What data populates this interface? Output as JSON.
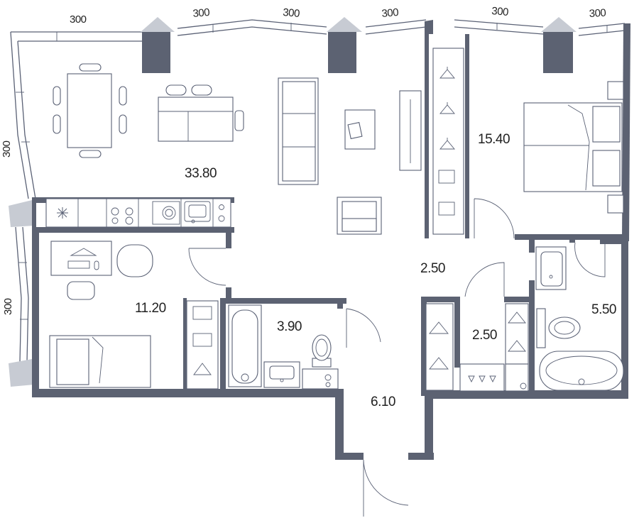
{
  "colors": {
    "wall": "#5c6272",
    "window_block": "#c7cbd3",
    "line": "#5a6175",
    "background": "#ffffff"
  },
  "room_areas": [
    {
      "id": "living-kitchen",
      "label": "33.80"
    },
    {
      "id": "bedroom-main",
      "label": "15.40"
    },
    {
      "id": "bedroom-small",
      "label": "11.20"
    },
    {
      "id": "corridor",
      "label": "2.50"
    },
    {
      "id": "wardrobe",
      "label": "2.50"
    },
    {
      "id": "bathroom-main",
      "label": "5.50"
    },
    {
      "id": "bathroom-small",
      "label": "3.90"
    },
    {
      "id": "entrance-hall",
      "label": "6.10"
    }
  ],
  "window_dimensions": [
    "300",
    "300",
    "300",
    "300",
    "300",
    "300",
    "300",
    "300"
  ],
  "icons": [
    "freezer-snowflake-icon",
    "stove-hob-icon",
    "washing-machine-icon",
    "sink-icon",
    "hanger-icon",
    "toilet-icon",
    "bathtub-icon",
    "bed-icon",
    "sofa-icon",
    "dining-table-icon",
    "desk-icon"
  ]
}
